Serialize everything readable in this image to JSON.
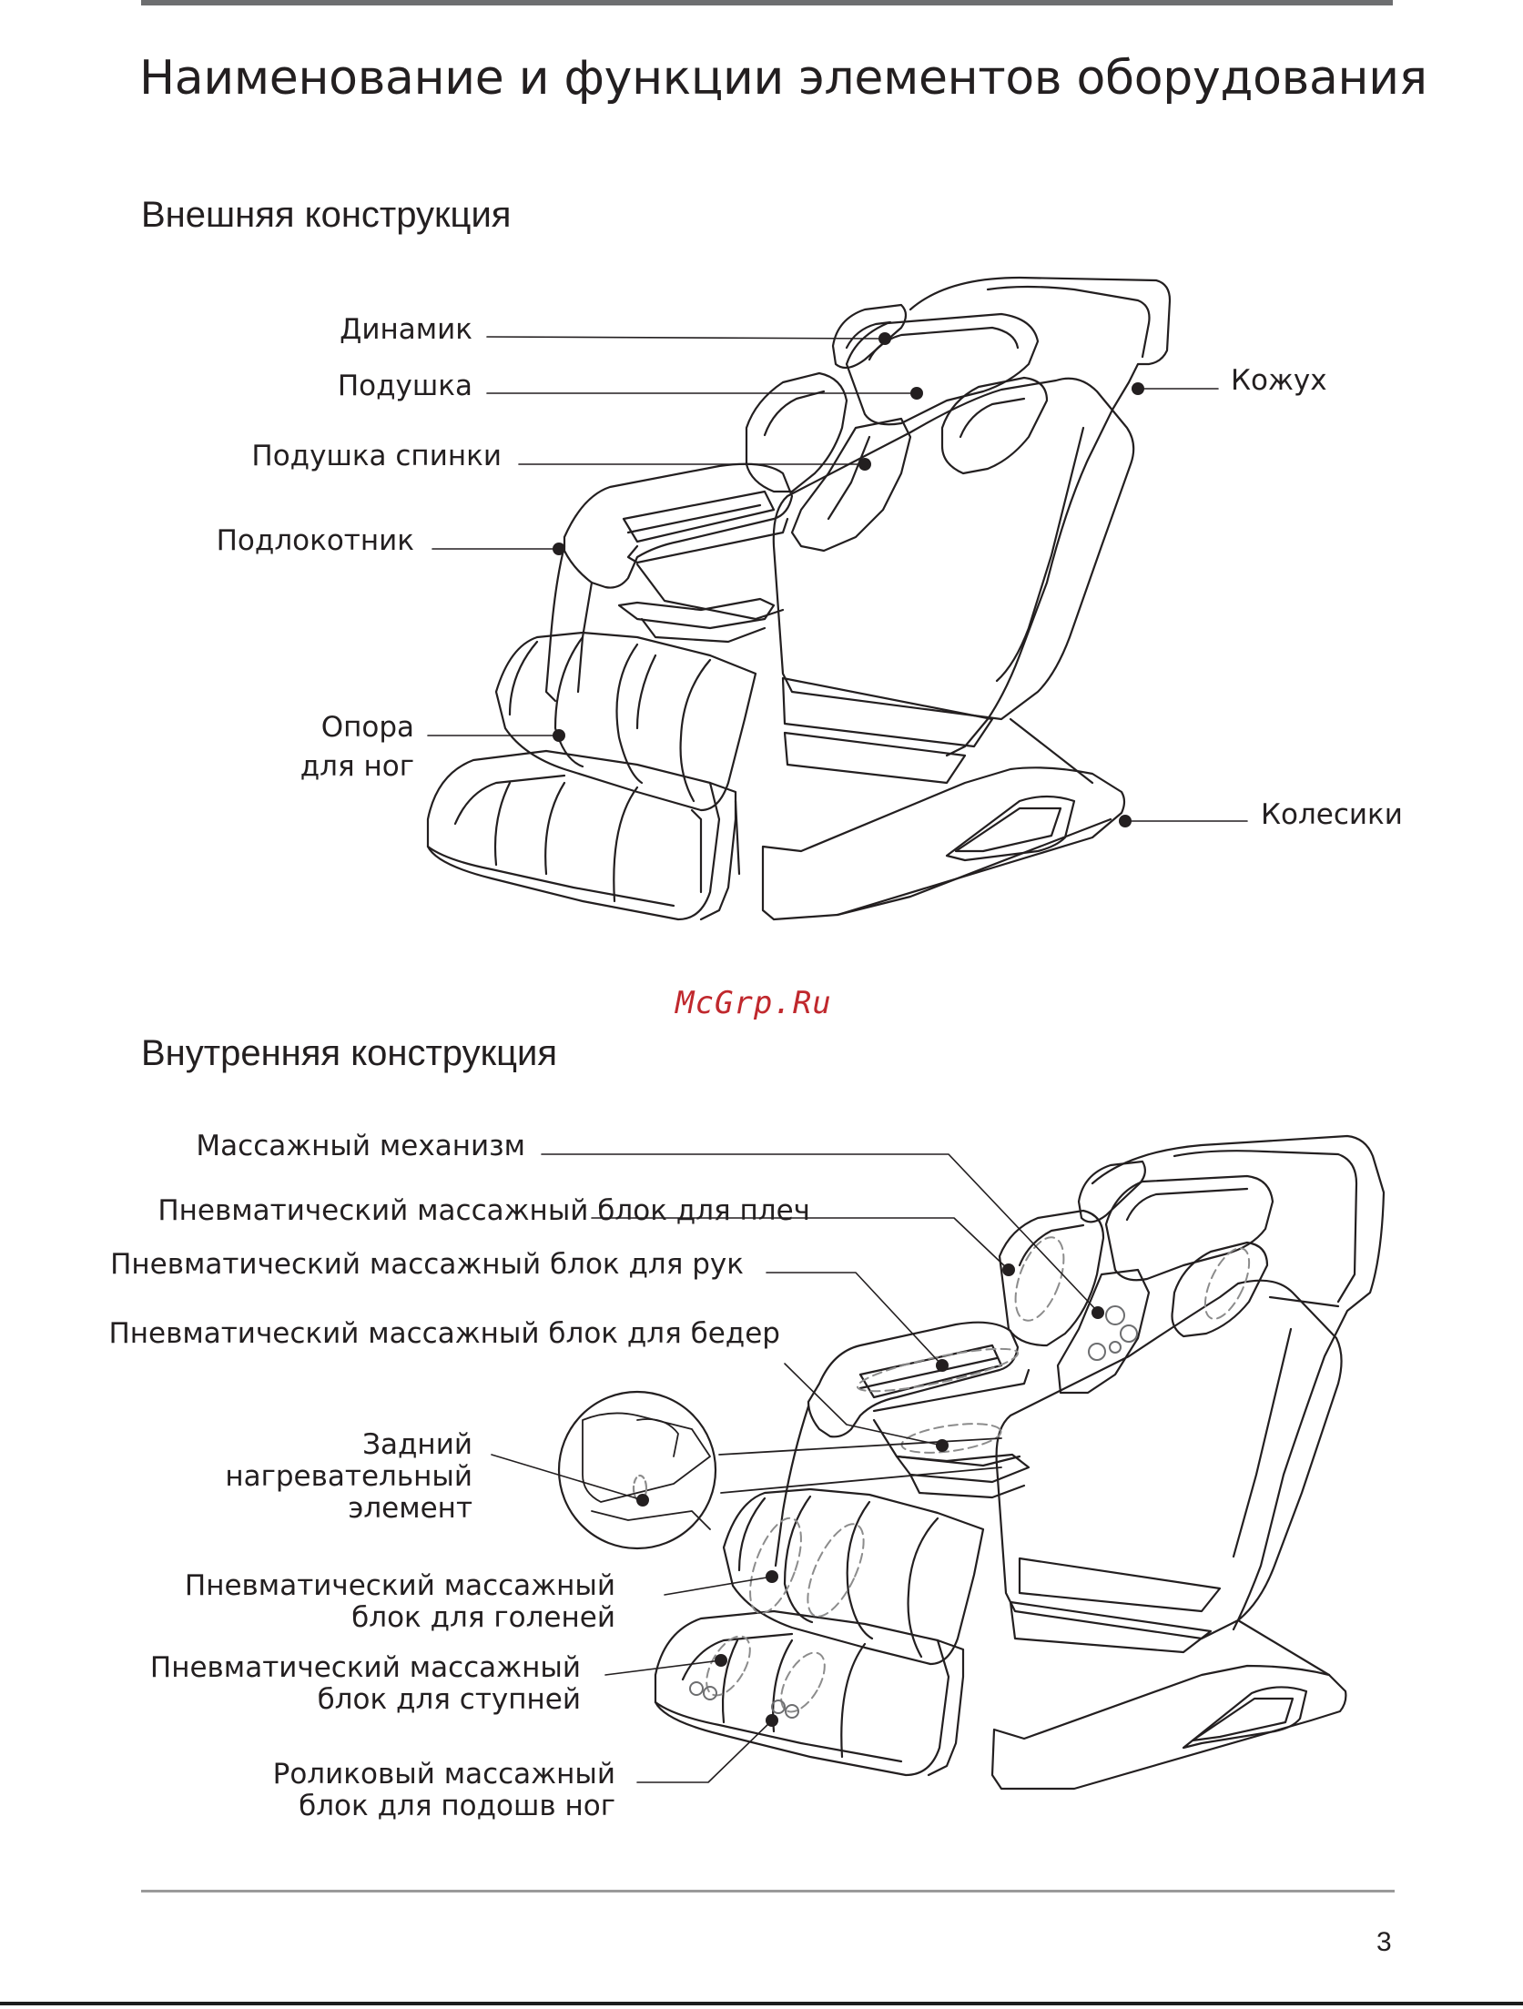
{
  "title": "Наименование и функции элементов оборудования",
  "sections": {
    "exterior": {
      "heading": "Внешняя конструкция",
      "labels": {
        "speaker": "Динамик",
        "pillow": "Подушка",
        "back_cushion": "Подушка спинки",
        "armrest": "Подлокотник",
        "leg_rest_1": "Опора",
        "leg_rest_2": "для ног",
        "cover": "Кожух",
        "wheels": "Колесики"
      }
    },
    "interior": {
      "heading": "Внутренняя конструкция",
      "labels": {
        "mechanism": "Массажный механизм",
        "shoulder_airbag": "Пневматический массажный блок для плеч",
        "arm_airbag": "Пневматический массажный блок для рук",
        "hip_airbag": "Пневматический массажный блок для бедер",
        "heater_1": "Задний",
        "heater_2": "нагревательный",
        "heater_3": "элемент",
        "calf_airbag_1": "Пневматический массажный",
        "calf_airbag_2": "блок для голеней",
        "foot_airbag_1": "Пневматический массажный",
        "foot_airbag_2": "блок для ступней",
        "sole_roller_1": "Роликовый массажный",
        "sole_roller_2": "блок для  подошв ног"
      }
    }
  },
  "watermark": "McGrp.Ru",
  "page_number": "3"
}
